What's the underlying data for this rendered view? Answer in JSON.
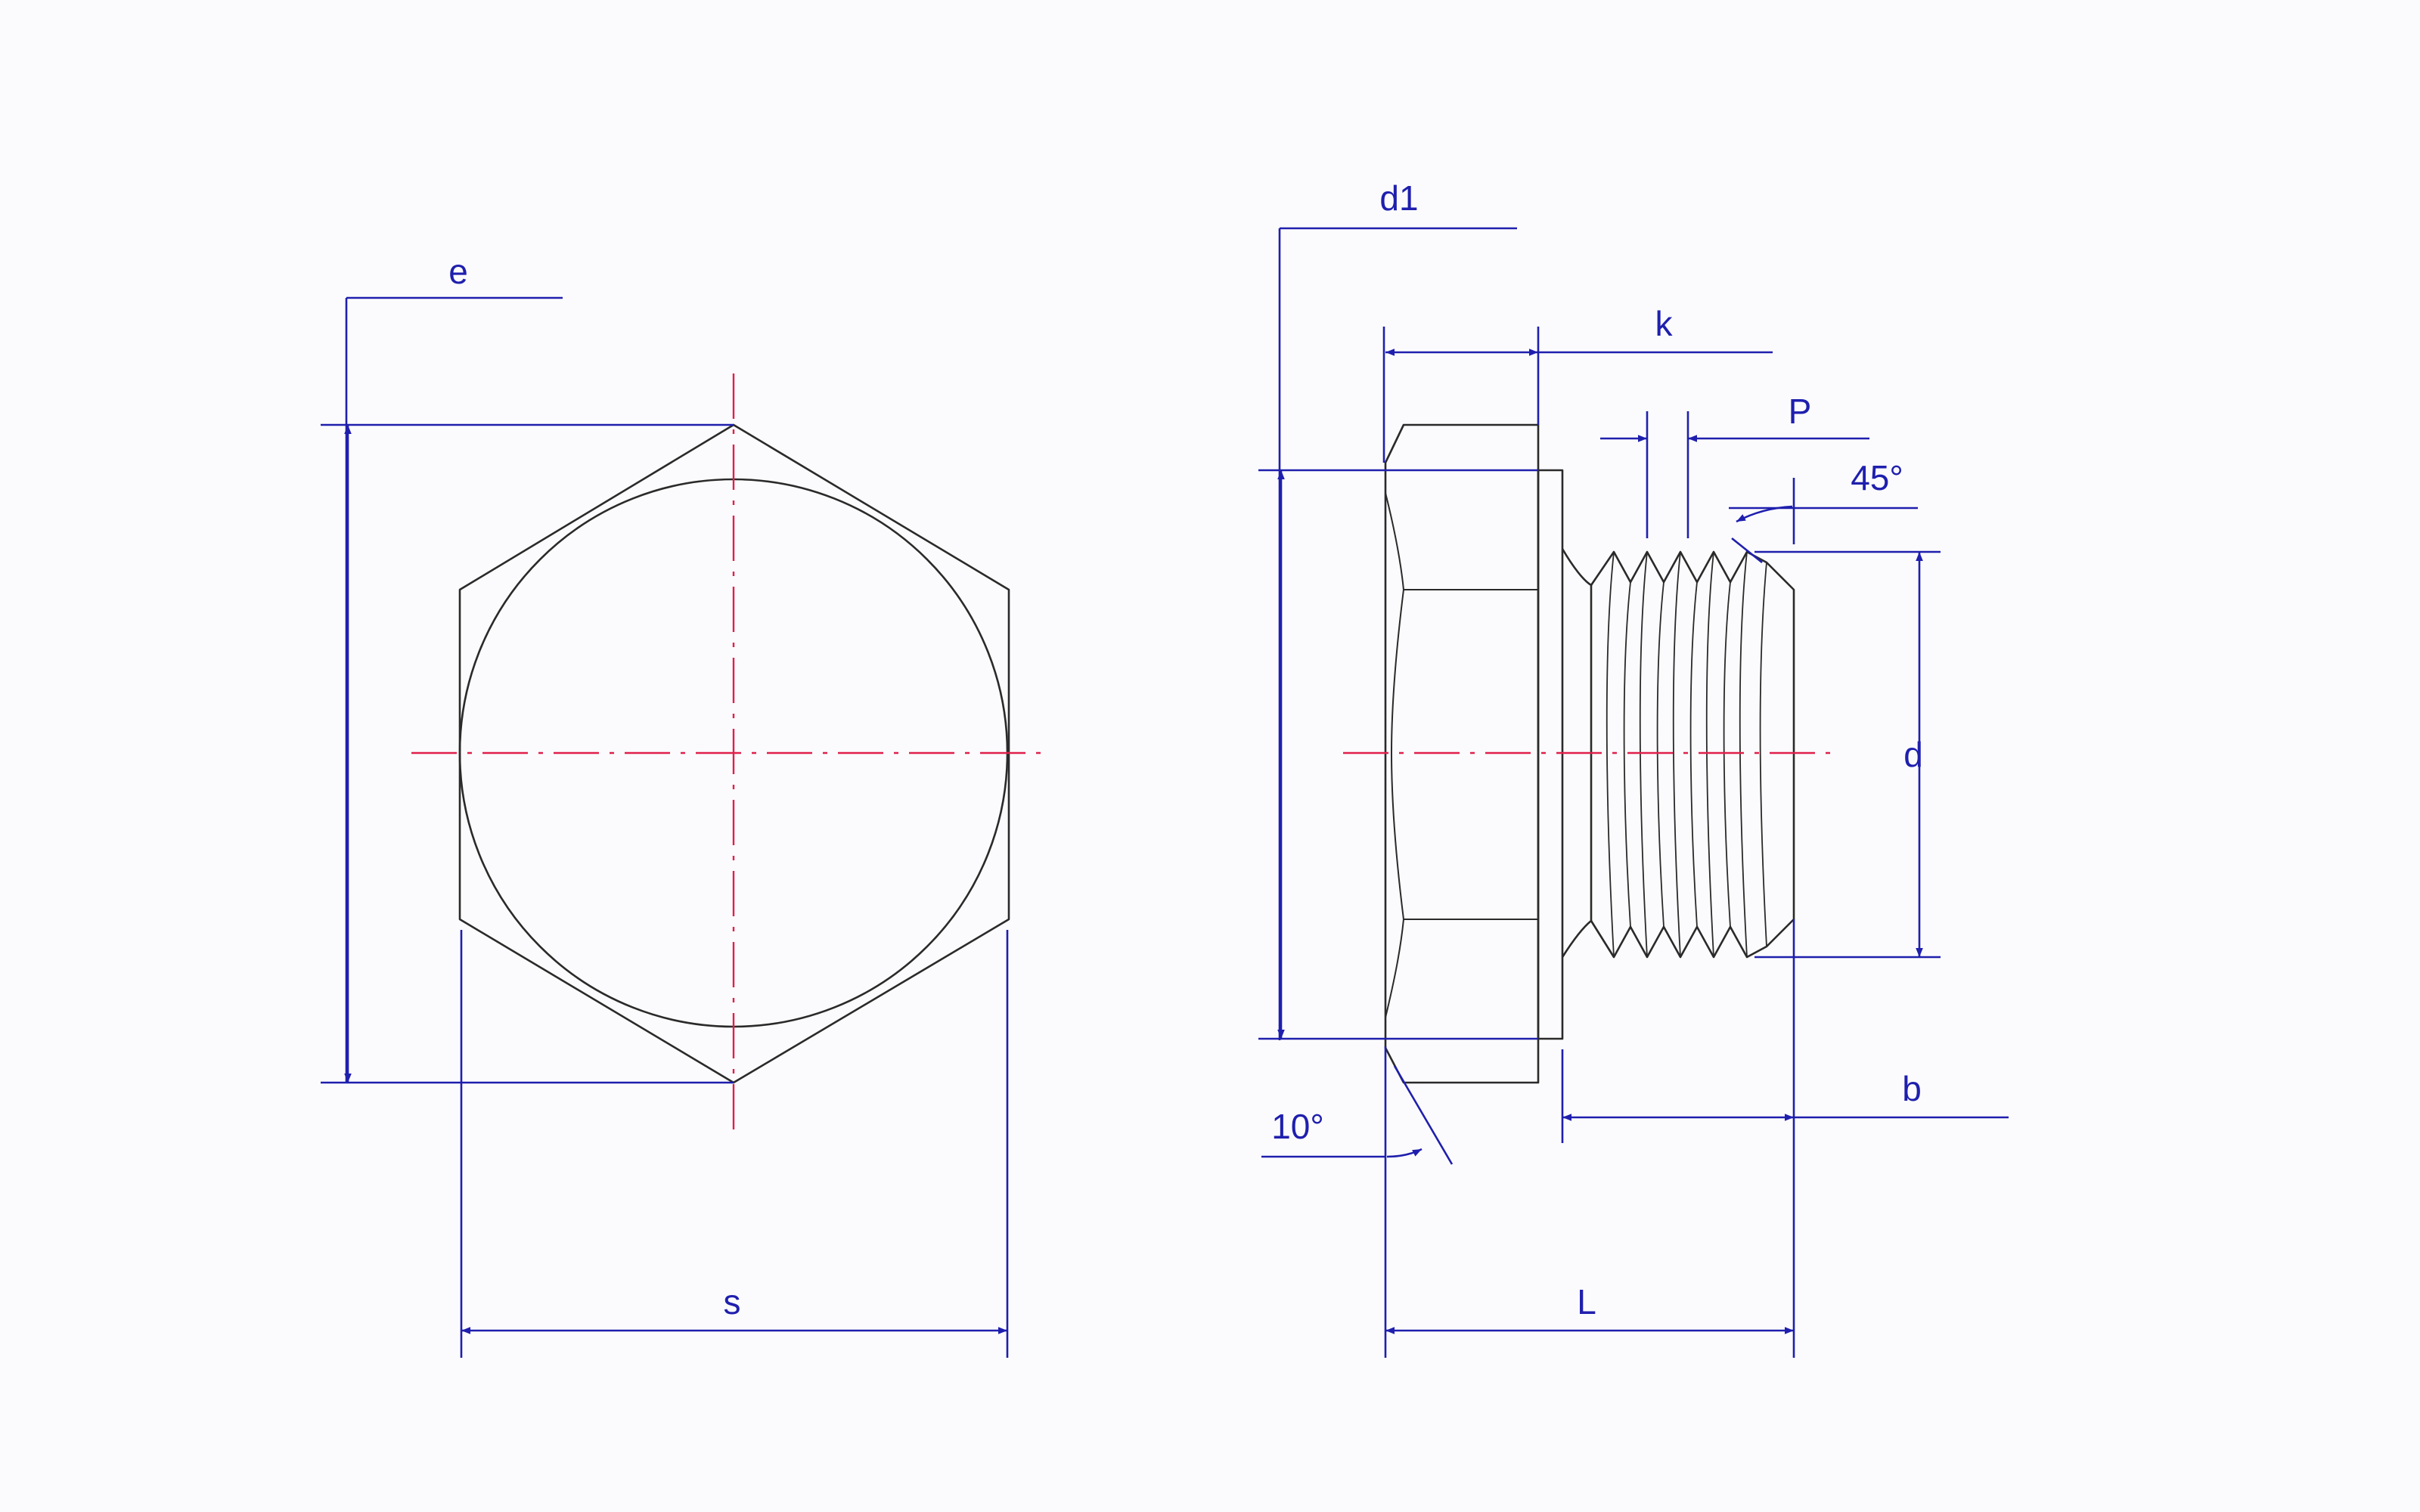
{
  "labels": {
    "e": "e",
    "s": "s",
    "d1": "d1",
    "k": "k",
    "P": "P",
    "angle_45": "45°",
    "d": "d",
    "b": "b",
    "angle_10": "10°",
    "L": "L"
  },
  "colors": {
    "dimension": "#1f1fae",
    "centerline": "#e0204a",
    "outline": "#2a2a2a",
    "background": "#fbfbfd"
  }
}
